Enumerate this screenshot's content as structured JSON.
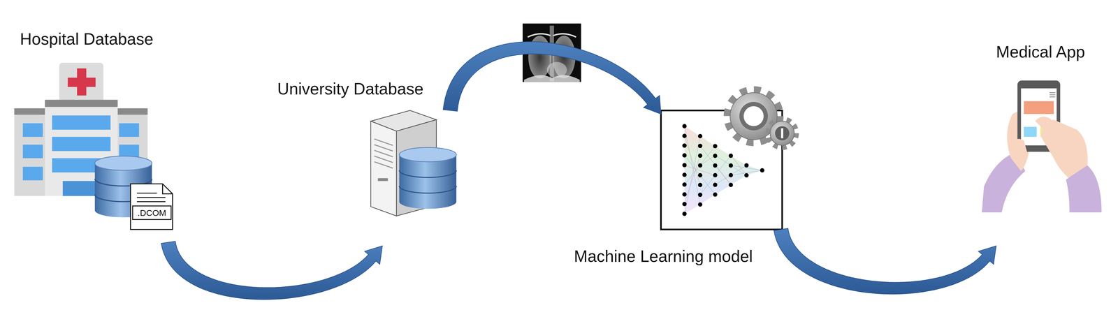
{
  "diagram": {
    "nodes": [
      {
        "text": [
          "Hospital Database"
        ]
      },
      {
        "text": [
          "University Database"
        ]
      },
      {
        "text": [
          "Machine Learning model"
        ]
      },
      {
        "text": [
          "Medical App"
        ]
      }
    ],
    "edges": [
      {
        "from": 0,
        "to": 1,
        "arrow": "to"
      },
      {
        "from": 1,
        "to": 2,
        "arrow": "to"
      },
      {
        "from": 2,
        "to": 3,
        "arrow": "to"
      }
    ],
    "labels": [
      ".DCOM"
    ]
  }
}
